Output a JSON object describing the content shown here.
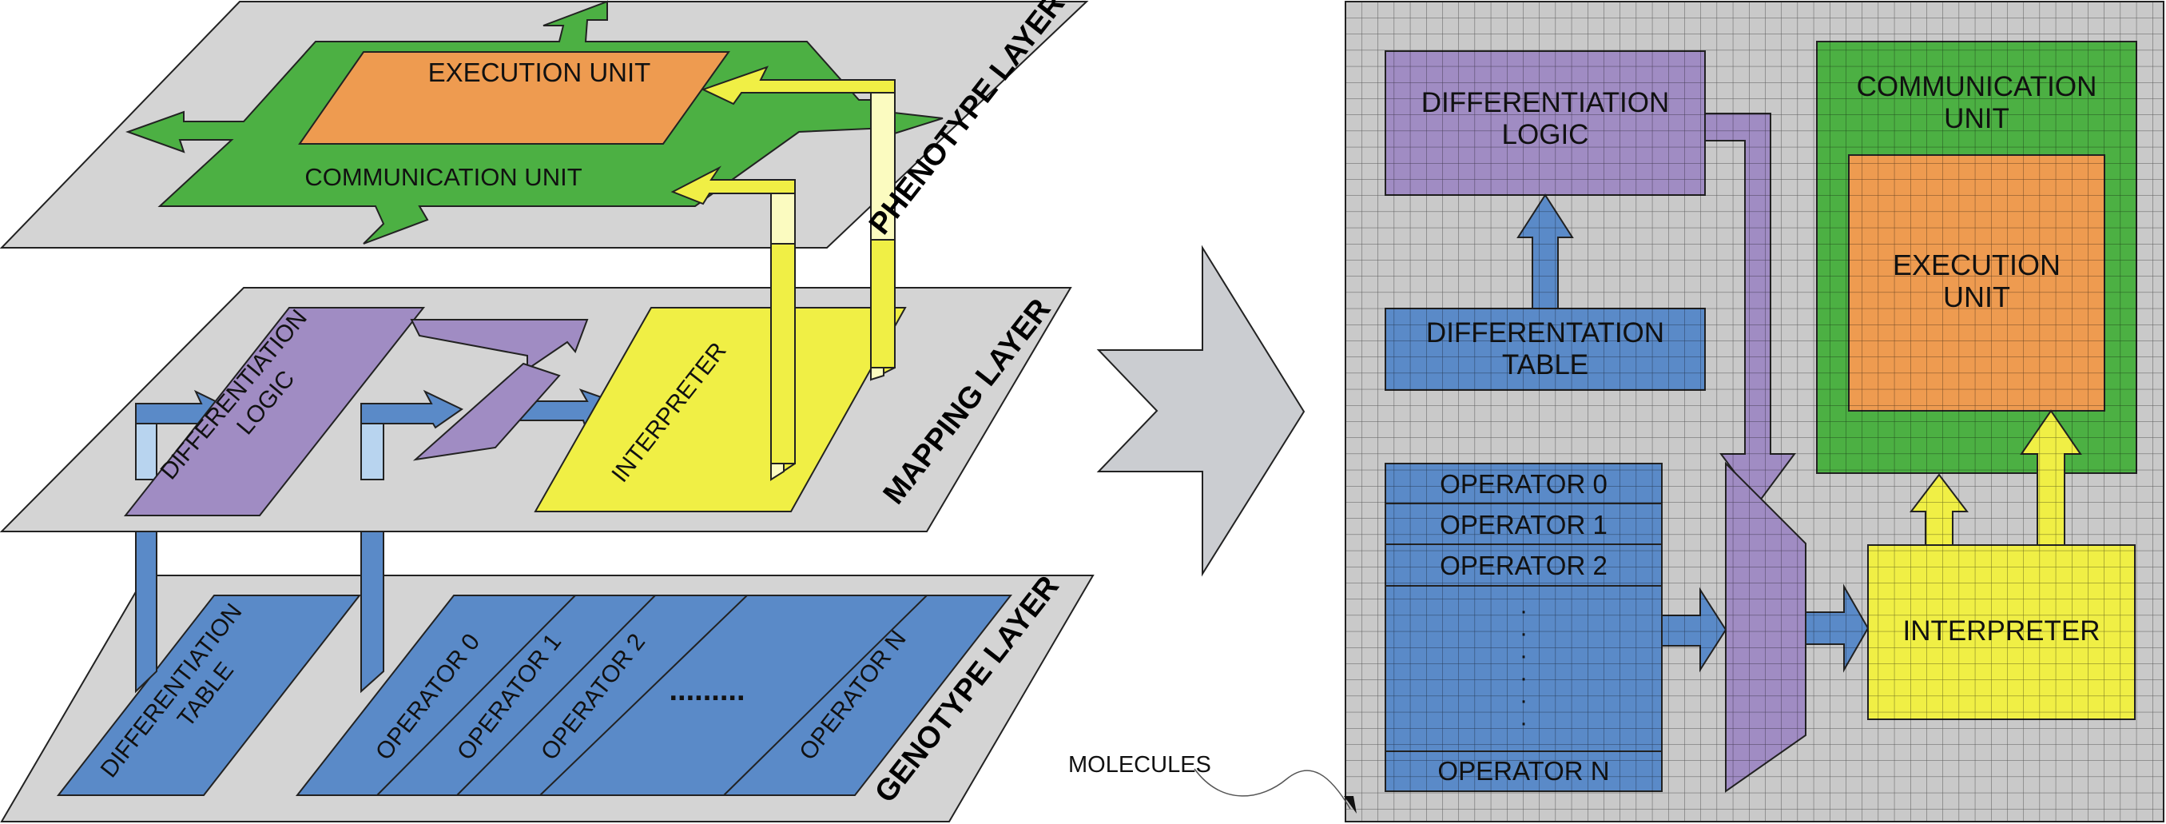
{
  "left": {
    "phenotype": {
      "layer_label": "PHENOTYPE LAYER",
      "execution_label": "EXECUTION UNIT",
      "communication_label": "COMMUNICATION UNIT"
    },
    "mapping": {
      "layer_label": "MAPPING LAYER",
      "diff_logic_line1": "DIFFERENTIATION",
      "diff_logic_line2": "LOGIC",
      "interpreter_label": "INTERPRETER"
    },
    "genotype": {
      "layer_label": "GENOTYPE LAYER",
      "diff_table_line1": "DIFFERENTIATION",
      "diff_table_line2": "TABLE",
      "operators": [
        "OPERATOR 0",
        "OPERATOR 1",
        "OPERATOR 2",
        "OPERATOR N"
      ],
      "ellipsis": "........."
    }
  },
  "right": {
    "diff_logic_line1": "DIFFERENTIATION",
    "diff_logic_line2": "LOGIC",
    "diff_table_line1": "DIFFERENTATION",
    "diff_table_line2": "TABLE",
    "comm_line1": "COMMUNICATION",
    "comm_line2": "UNIT",
    "exec_line1": "EXECUTION",
    "exec_line2": "UNIT",
    "operators": [
      "OPERATOR 0",
      "OPERATOR 1",
      "OPERATOR 2",
      "OPERATOR N"
    ],
    "dots": [
      "·",
      "·",
      "·",
      "·",
      "·",
      "·"
    ],
    "interpreter_label": "INTERPRETER",
    "molecules_label": "MOLECULES"
  },
  "colors": {
    "plane": "#d4d4d4",
    "green": "#4cb043",
    "orange": "#ee9b50",
    "purple": "#a08cc3",
    "blue": "#5a8ac8",
    "yellow": "#f0ef45",
    "light_yellow": "#fbfbc0",
    "light_blue": "#b8d4ef",
    "grid_bg": "#c9c9c9"
  }
}
